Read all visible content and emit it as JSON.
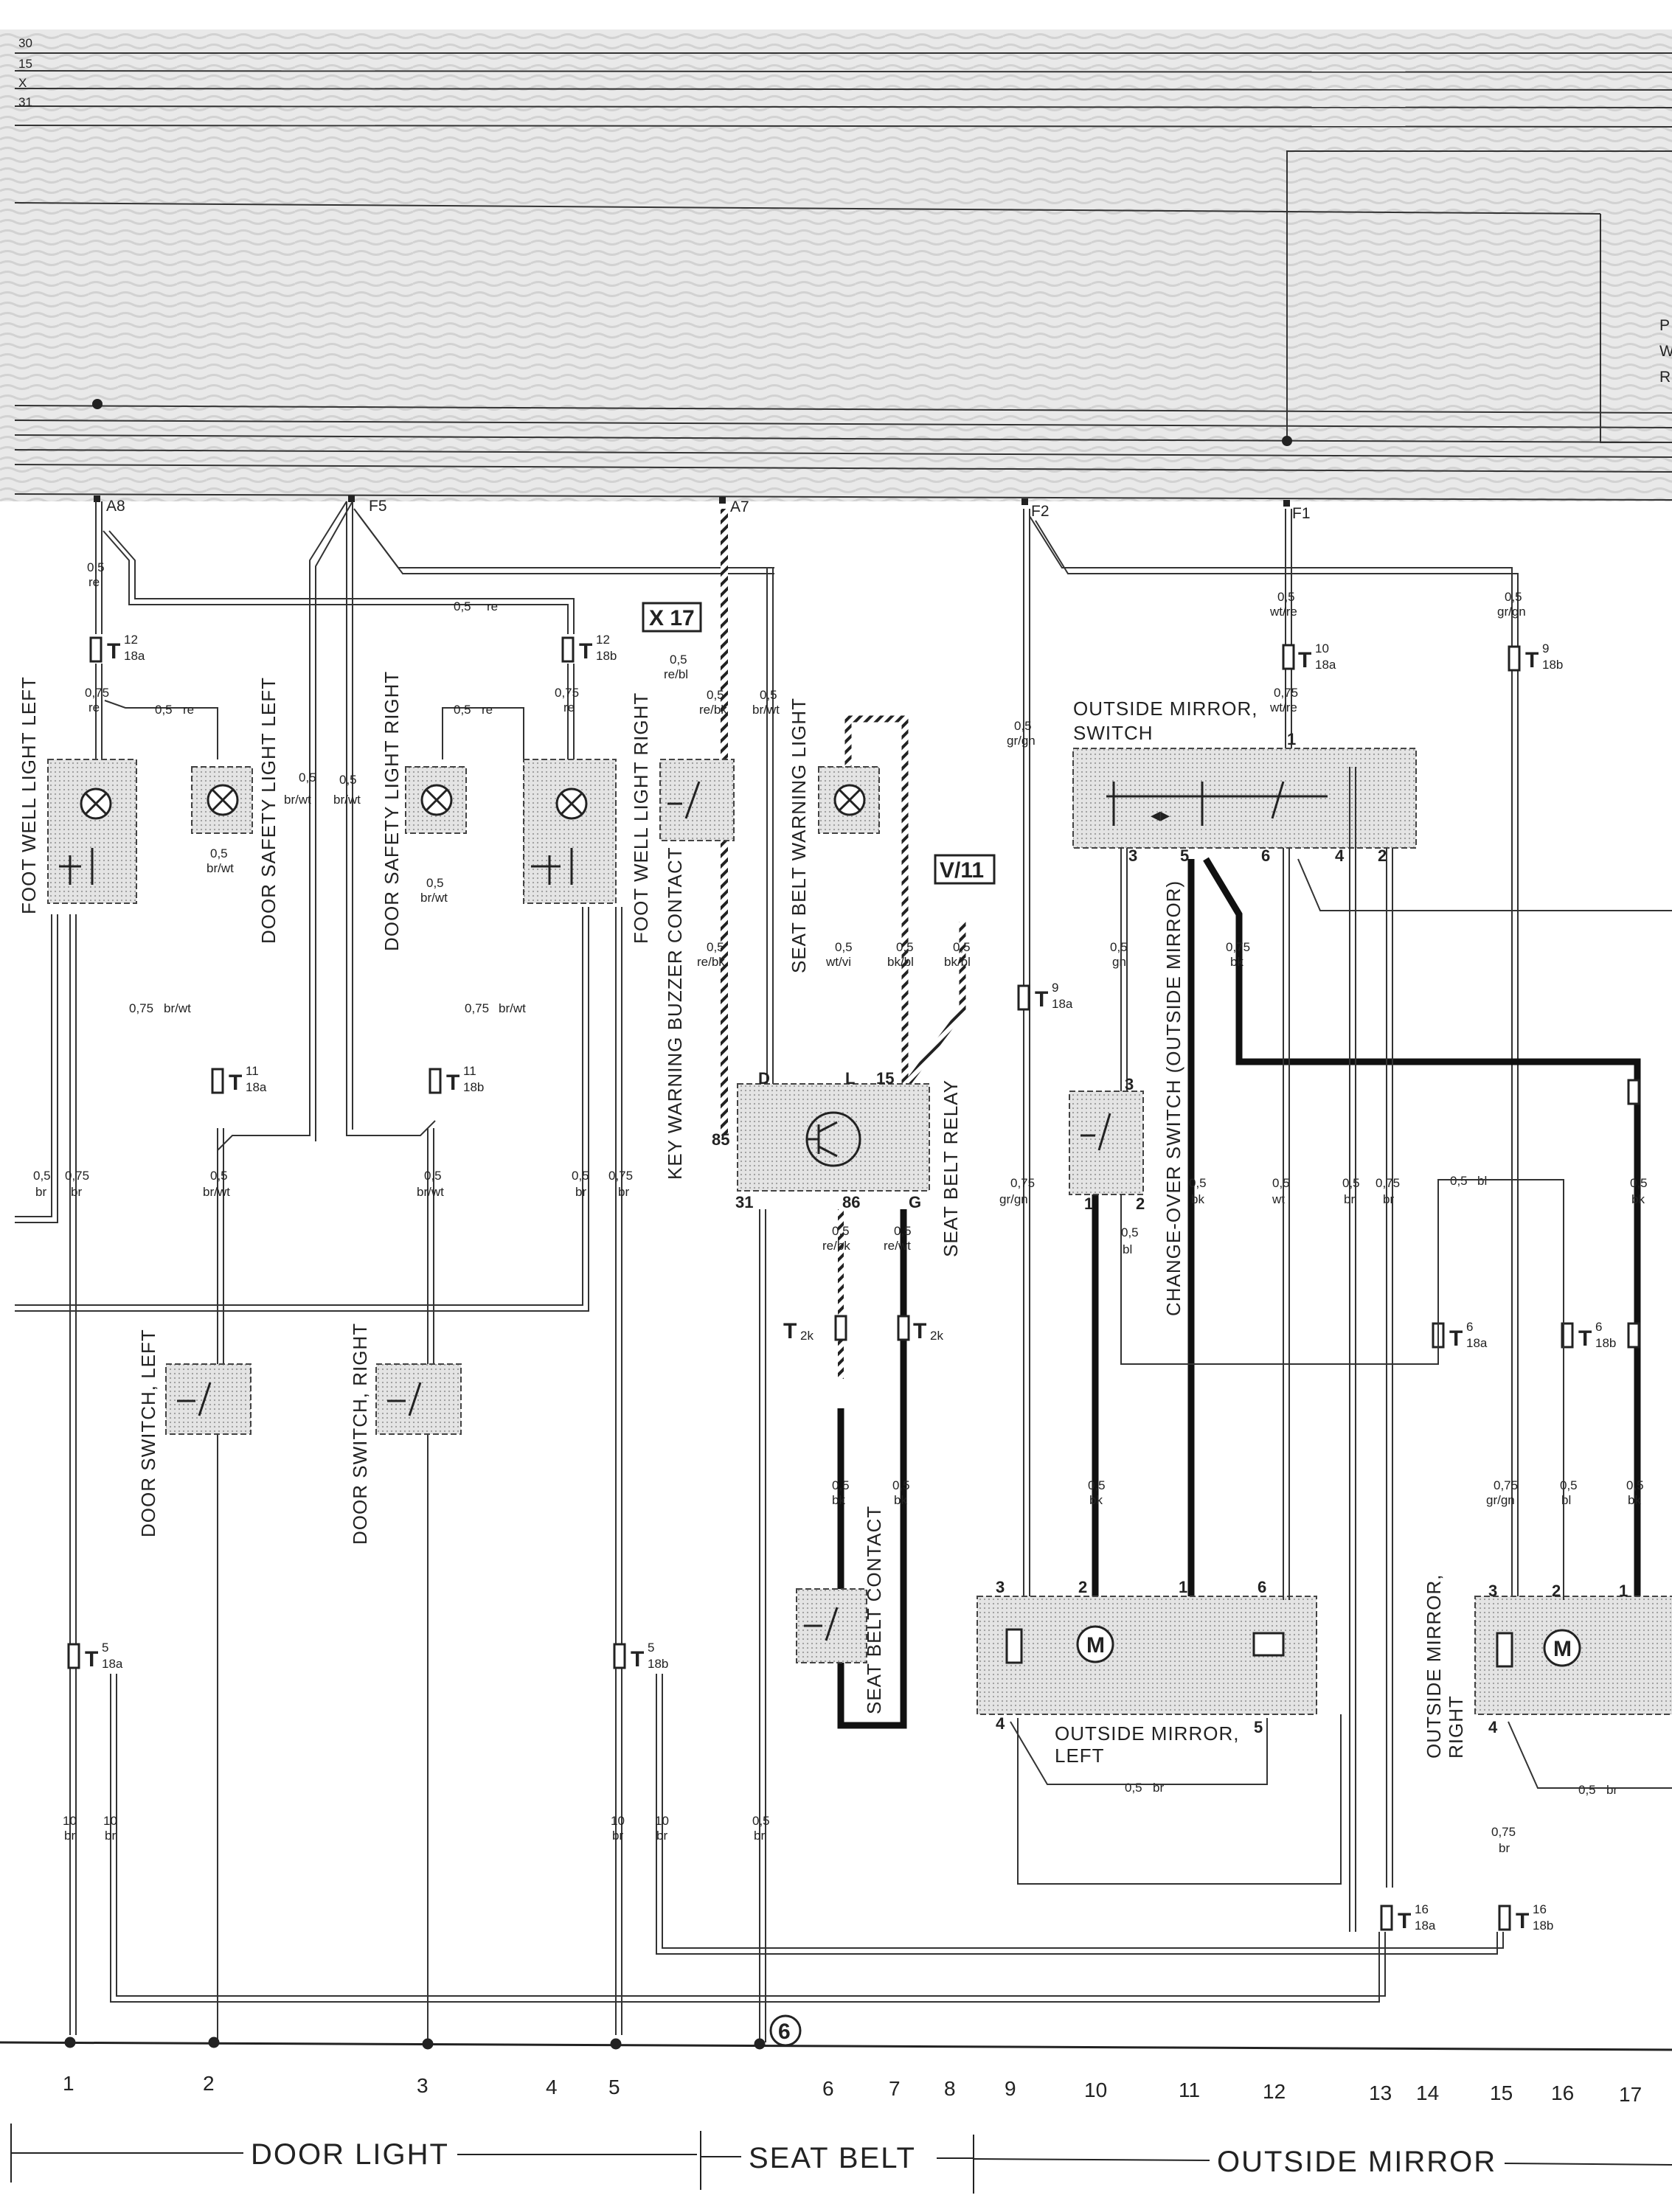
{
  "top_rails": [
    "30",
    "15",
    "X",
    "31"
  ],
  "fuse_taps": [
    "A8",
    "F5",
    "A7",
    "F2",
    "F1"
  ],
  "side_text": [
    "P",
    "W",
    "R"
  ],
  "components": {
    "foot_well_light_left": "FOOT WELL LIGHT LEFT",
    "door_safety_light_left": "DOOR SAFETY LIGHT LEFT",
    "door_safety_light_right": "DOOR SAFETY LIGHT RIGHT",
    "foot_well_light_right": "FOOT WELL LIGHT RIGHT",
    "key_warning_buzzer_contact": "KEY WARNING BUZZER CONTACT",
    "seat_belt_warning_light": "SEAT BELT WARNING LIGHT",
    "seat_belt_relay": "SEAT BELT RELAY",
    "seat_belt_contact": "SEAT BELT CONTACT",
    "outside_mirror_switch_1": "OUTSIDE MIRROR,",
    "outside_mirror_switch_2": "SWITCH",
    "change_over_switch": "CHANGE-OVER SWITCH (OUTSIDE MIRROR)",
    "outside_mirror_left_1": "OUTSIDE MIRROR,",
    "outside_mirror_left_2": "LEFT",
    "outside_mirror_right_1": "OUTSIDE MIRROR,",
    "outside_mirror_right_2": "RIGHT",
    "door_switch_left": "DOOR SWITCH, LEFT",
    "door_switch_right": "DOOR SWITCH, RIGHT"
  },
  "refs": {
    "x17": "X 17",
    "v11": "V/11",
    "ground": "6"
  },
  "connectors": {
    "t12a": {
      "main": "T",
      "sup": "12",
      "sub": "18a"
    },
    "t12b": {
      "main": "T",
      "sup": "12",
      "sub": "18b"
    },
    "t11a": {
      "main": "T",
      "sup": "11",
      "sub": "18a"
    },
    "t11b": {
      "main": "T",
      "sup": "11",
      "sub": "18b"
    },
    "t5a": {
      "main": "T",
      "sup": "5",
      "sub": "18a"
    },
    "t5b": {
      "main": "T",
      "sup": "5",
      "sub": "18b"
    },
    "t10a": {
      "main": "T",
      "sup": "10",
      "sub": "18a"
    },
    "t9a": {
      "main": "T",
      "sup": "9",
      "sub": "18a"
    },
    "t9b": {
      "main": "T",
      "sup": "9",
      "sub": "18b"
    },
    "t6a": {
      "main": "T",
      "sup": "6",
      "sub": "18a"
    },
    "t6b": {
      "main": "T",
      "sup": "6",
      "sub": "18b"
    },
    "t16a": {
      "main": "T",
      "sup": "16",
      "sub": "18a"
    },
    "t16b": {
      "main": "T",
      "sup": "16",
      "sub": "18b"
    },
    "t2k_1": {
      "main": "T",
      "sub": "2k"
    },
    "t2k_2": {
      "main": "T",
      "sub": "2k"
    }
  },
  "wires": {
    "w_a8": [
      "0,5",
      "re"
    ],
    "w_re_top": [
      "0,5",
      "re"
    ],
    "w_fl_left": [
      "0,75",
      "re"
    ],
    "w_fl_left_re": [
      "0,5",
      "re"
    ],
    "w_dsl_l": [
      "0,5",
      "br/wt"
    ],
    "w_f5_a": [
      "0,5",
      "br/wt"
    ],
    "w_f5_b": [
      "0,5",
      "br/wt"
    ],
    "w_dsr_re": [
      "0,5",
      "re"
    ],
    "w_flr": [
      "0,75",
      "re"
    ],
    "w_dsr_br": [
      "0,5",
      "br/wt"
    ],
    "w_x17": [
      "0,5",
      "re/bl"
    ],
    "w_a7_a": [
      "0,5",
      "re/bk"
    ],
    "w_a7_b": [
      "0,5",
      "br/wt"
    ],
    "w_kwb": [
      "0,5",
      "re/bk"
    ],
    "w_sbl": [
      "0,5",
      "wt/vi"
    ],
    "w_sbl2": [
      "0,5",
      "bk/bl"
    ],
    "w_v11": [
      "0,5",
      "bk/bl"
    ],
    "w_075brwt_l": [
      "0,75",
      "br/wt"
    ],
    "w_075brwt_r": [
      "0,75",
      "br/wt"
    ],
    "w_l1": [
      "0,5",
      "br"
    ],
    "w_l2": [
      "0,75",
      "br"
    ],
    "w_ds_l": [
      "0,5",
      "br/wt"
    ],
    "w_ds_r": [
      "0,5",
      "br/wt"
    ],
    "w_r1": [
      "0,5",
      "br"
    ],
    "w_r2": [
      "0,75",
      "br"
    ],
    "w_86": [
      "0,5",
      "re/bk"
    ],
    "w_g": [
      "0,5",
      "re/wt"
    ],
    "w_sbc1": [
      "0,5",
      "bk"
    ],
    "w_sbc2": [
      "0,5",
      "bk"
    ],
    "w_10a": [
      "10",
      "br"
    ],
    "w_10b": [
      "10",
      "br"
    ],
    "w_10c": [
      "10",
      "br"
    ],
    "w_10d": [
      "10",
      "br"
    ],
    "w_gnd": [
      "0,5",
      "br"
    ],
    "w_f2": [
      "0,5",
      "gr/gn"
    ],
    "w_f1": [
      "0,5",
      "wt/re"
    ],
    "w_f1b": [
      "0,75",
      "wt/re"
    ],
    "w_grgn_r": [
      "0,5",
      "gr/gn"
    ],
    "w_ms3": [
      "0,5",
      "gn"
    ],
    "w_ms5": [
      "0,75",
      "bk"
    ],
    "w_075grgn": [
      "0,75",
      "gr/gn"
    ],
    "w_co5": [
      "0,5",
      "bk"
    ],
    "w_co_wt": [
      "0,5",
      "wt"
    ],
    "w_co_br": [
      "0,5",
      "br"
    ],
    "w_co_br2": [
      "0,75",
      "br"
    ],
    "w_co_bl": [
      "0,5",
      "bl"
    ],
    "w_bl_r": [
      "0,5",
      "bl"
    ],
    "w_bk_r": [
      "0,5",
      "bk"
    ],
    "w_m_bk": [
      "0,5",
      "bk"
    ],
    "w_mr_grgn": [
      "0,75",
      "gr/gn"
    ],
    "w_mr_bl": [
      "0,5",
      "bl"
    ],
    "w_mr_bk": [
      "0,5",
      "bk"
    ],
    "w_ml_br": [
      "0,5",
      "br"
    ],
    "w_mr_br": [
      "0,5",
      "br"
    ],
    "w_mr_075": [
      "0,75",
      "br"
    ]
  },
  "pins": {
    "d": "D",
    "l": "L",
    "p15": "15",
    "p85": "85",
    "p31": "31",
    "p86": "86",
    "g": "G",
    "ms1": "1",
    "ms3": "3",
    "ms5": "5",
    "ms6": "6",
    "ms4": "4",
    "ms2": "2",
    "co3": "3",
    "co1": "1",
    "co2": "2",
    "ml3": "3",
    "ml2": "2",
    "ml1": "1",
    "ml6": "6",
    "ml4": "4",
    "ml5": "5",
    "mr3": "3",
    "mr2": "2",
    "mr1": "1",
    "mr4": "4",
    "motor": "M"
  },
  "columns": [
    "1",
    "2",
    "3",
    "4",
    "5",
    "6",
    "7",
    "8",
    "9",
    "10",
    "11",
    "12",
    "13",
    "14",
    "15",
    "16",
    "17"
  ],
  "sections": [
    "DOOR LIGHT",
    "SEAT BELT",
    "OUTSIDE MIRROR"
  ]
}
